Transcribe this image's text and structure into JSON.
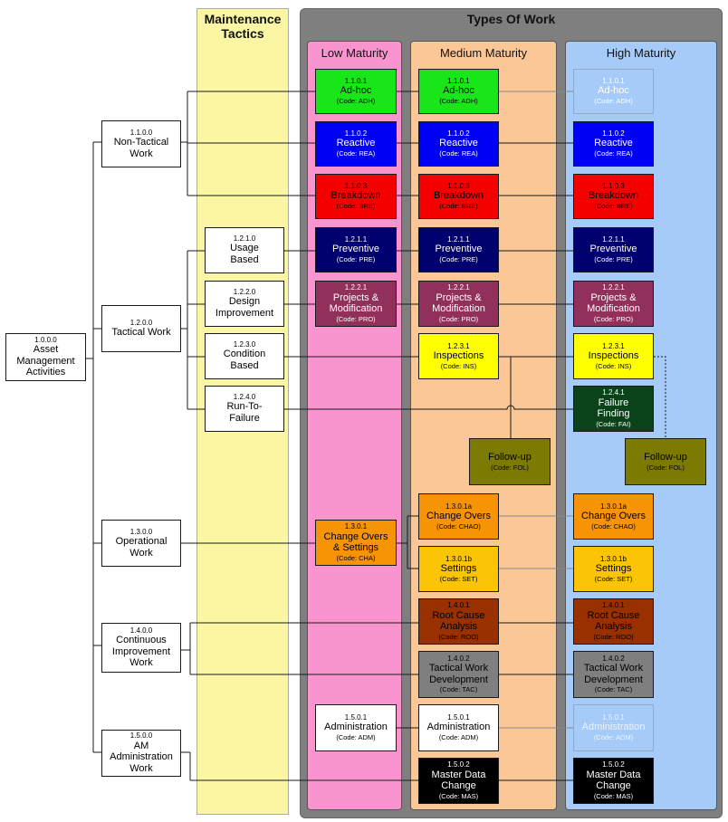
{
  "colors": {
    "tactics_bg": "#fbf6a4",
    "types_bg": "#7f7f7f",
    "low_bg": "#f994cf",
    "medium_bg": "#fcc797",
    "high_bg": "#a6cbf8",
    "adhoc": "#19e619",
    "reactive": "#0000f5",
    "breakdown": "#f50000",
    "preventive": "#00006e",
    "projects": "#92305c",
    "inspections": "#ffff00",
    "failure_finding": "#0a4219",
    "follow_up": "#7c7a00",
    "change_overs": "#f79406",
    "settings": "#fbc405",
    "root_cause": "#983000",
    "tactical_dev": "#7f7f7f",
    "administration": "#ffffff",
    "master_data": "#000000"
  },
  "headers": {
    "maintenance_tactics": "Maintenance\nTactics",
    "types_of_work": "Types Of Work",
    "low": "Low Maturity",
    "medium": "Medium Maturity",
    "high": "High Maturity"
  },
  "root": {
    "num": "1.0.0.0",
    "title": "Asset\nManagement\nActivities"
  },
  "level1": [
    {
      "num": "1.1.0.0",
      "title": "Non-Tactical\nWork"
    },
    {
      "num": "1.2.0.0",
      "title": "Tactical Work"
    },
    {
      "num": "1.3.0.0",
      "title": "Operational\nWork"
    },
    {
      "num": "1.4.0.0",
      "title": "Continuous\nImprovement\nWork"
    },
    {
      "num": "1.5.0.0",
      "title": "AM\nAdministration\nWork"
    }
  ],
  "tactics": [
    {
      "num": "1.2.1.0",
      "title": "Usage\nBased"
    },
    {
      "num": "1.2.2.0",
      "title": "Design\nImprovement"
    },
    {
      "num": "1.2.3.0",
      "title": "Condition\nBased"
    },
    {
      "num": "1.2.4.0",
      "title": "Run-To-\nFailure"
    }
  ],
  "work": {
    "adh": {
      "num": "1.1.0.1",
      "title": "Ad-hoc",
      "code": "(Code: ADH)"
    },
    "rea": {
      "num": "1.1.0.2",
      "title": "Reactive",
      "code": "(Code: REA)"
    },
    "bre": {
      "num": "1.1.0.3",
      "title": "Breakdown",
      "code": "(Code: BRE)"
    },
    "pre": {
      "num": "1.2.1.1",
      "title": "Preventive",
      "code": "(Code: PRE)"
    },
    "pro": {
      "num": "1.2.2.1",
      "title": "Projects &\nModification",
      "code": "(Code: PRO)"
    },
    "ins": {
      "num": "1.2.3.1",
      "title": "Inspections",
      "code": "(Code: INS)"
    },
    "fai": {
      "num": "1.2.4.1",
      "title": "Failure\nFinding",
      "code": "(Code: FAI)"
    },
    "fol": {
      "num": "",
      "title": "Follow-up",
      "code": "(Code: FOL)"
    },
    "cha": {
      "num": "1.3.0.1",
      "title": "Change Overs\n& Settings",
      "code": "(Code: CHA)"
    },
    "chao": {
      "num": "1.3.0.1a",
      "title": "Change Overs",
      "code": "(Code: CHAO)"
    },
    "set": {
      "num": "1.3.0.1b",
      "title": "Settings",
      "code": "(Code: SET)"
    },
    "roo": {
      "num": "1.4.0.1",
      "title": "Root Cause\nAnalysis",
      "code": "(Code: ROO)"
    },
    "tac": {
      "num": "1.4.0.2",
      "title": "Tactical Work\nDevelopment",
      "code": "(Code: TAC)"
    },
    "adm": {
      "num": "1.5.0.1",
      "title": "Administration",
      "code": "(Code: ADM)"
    },
    "mas": {
      "num": "1.5.0.2",
      "title": "Master Data\nChange",
      "code": "(Code: MAS)"
    }
  }
}
